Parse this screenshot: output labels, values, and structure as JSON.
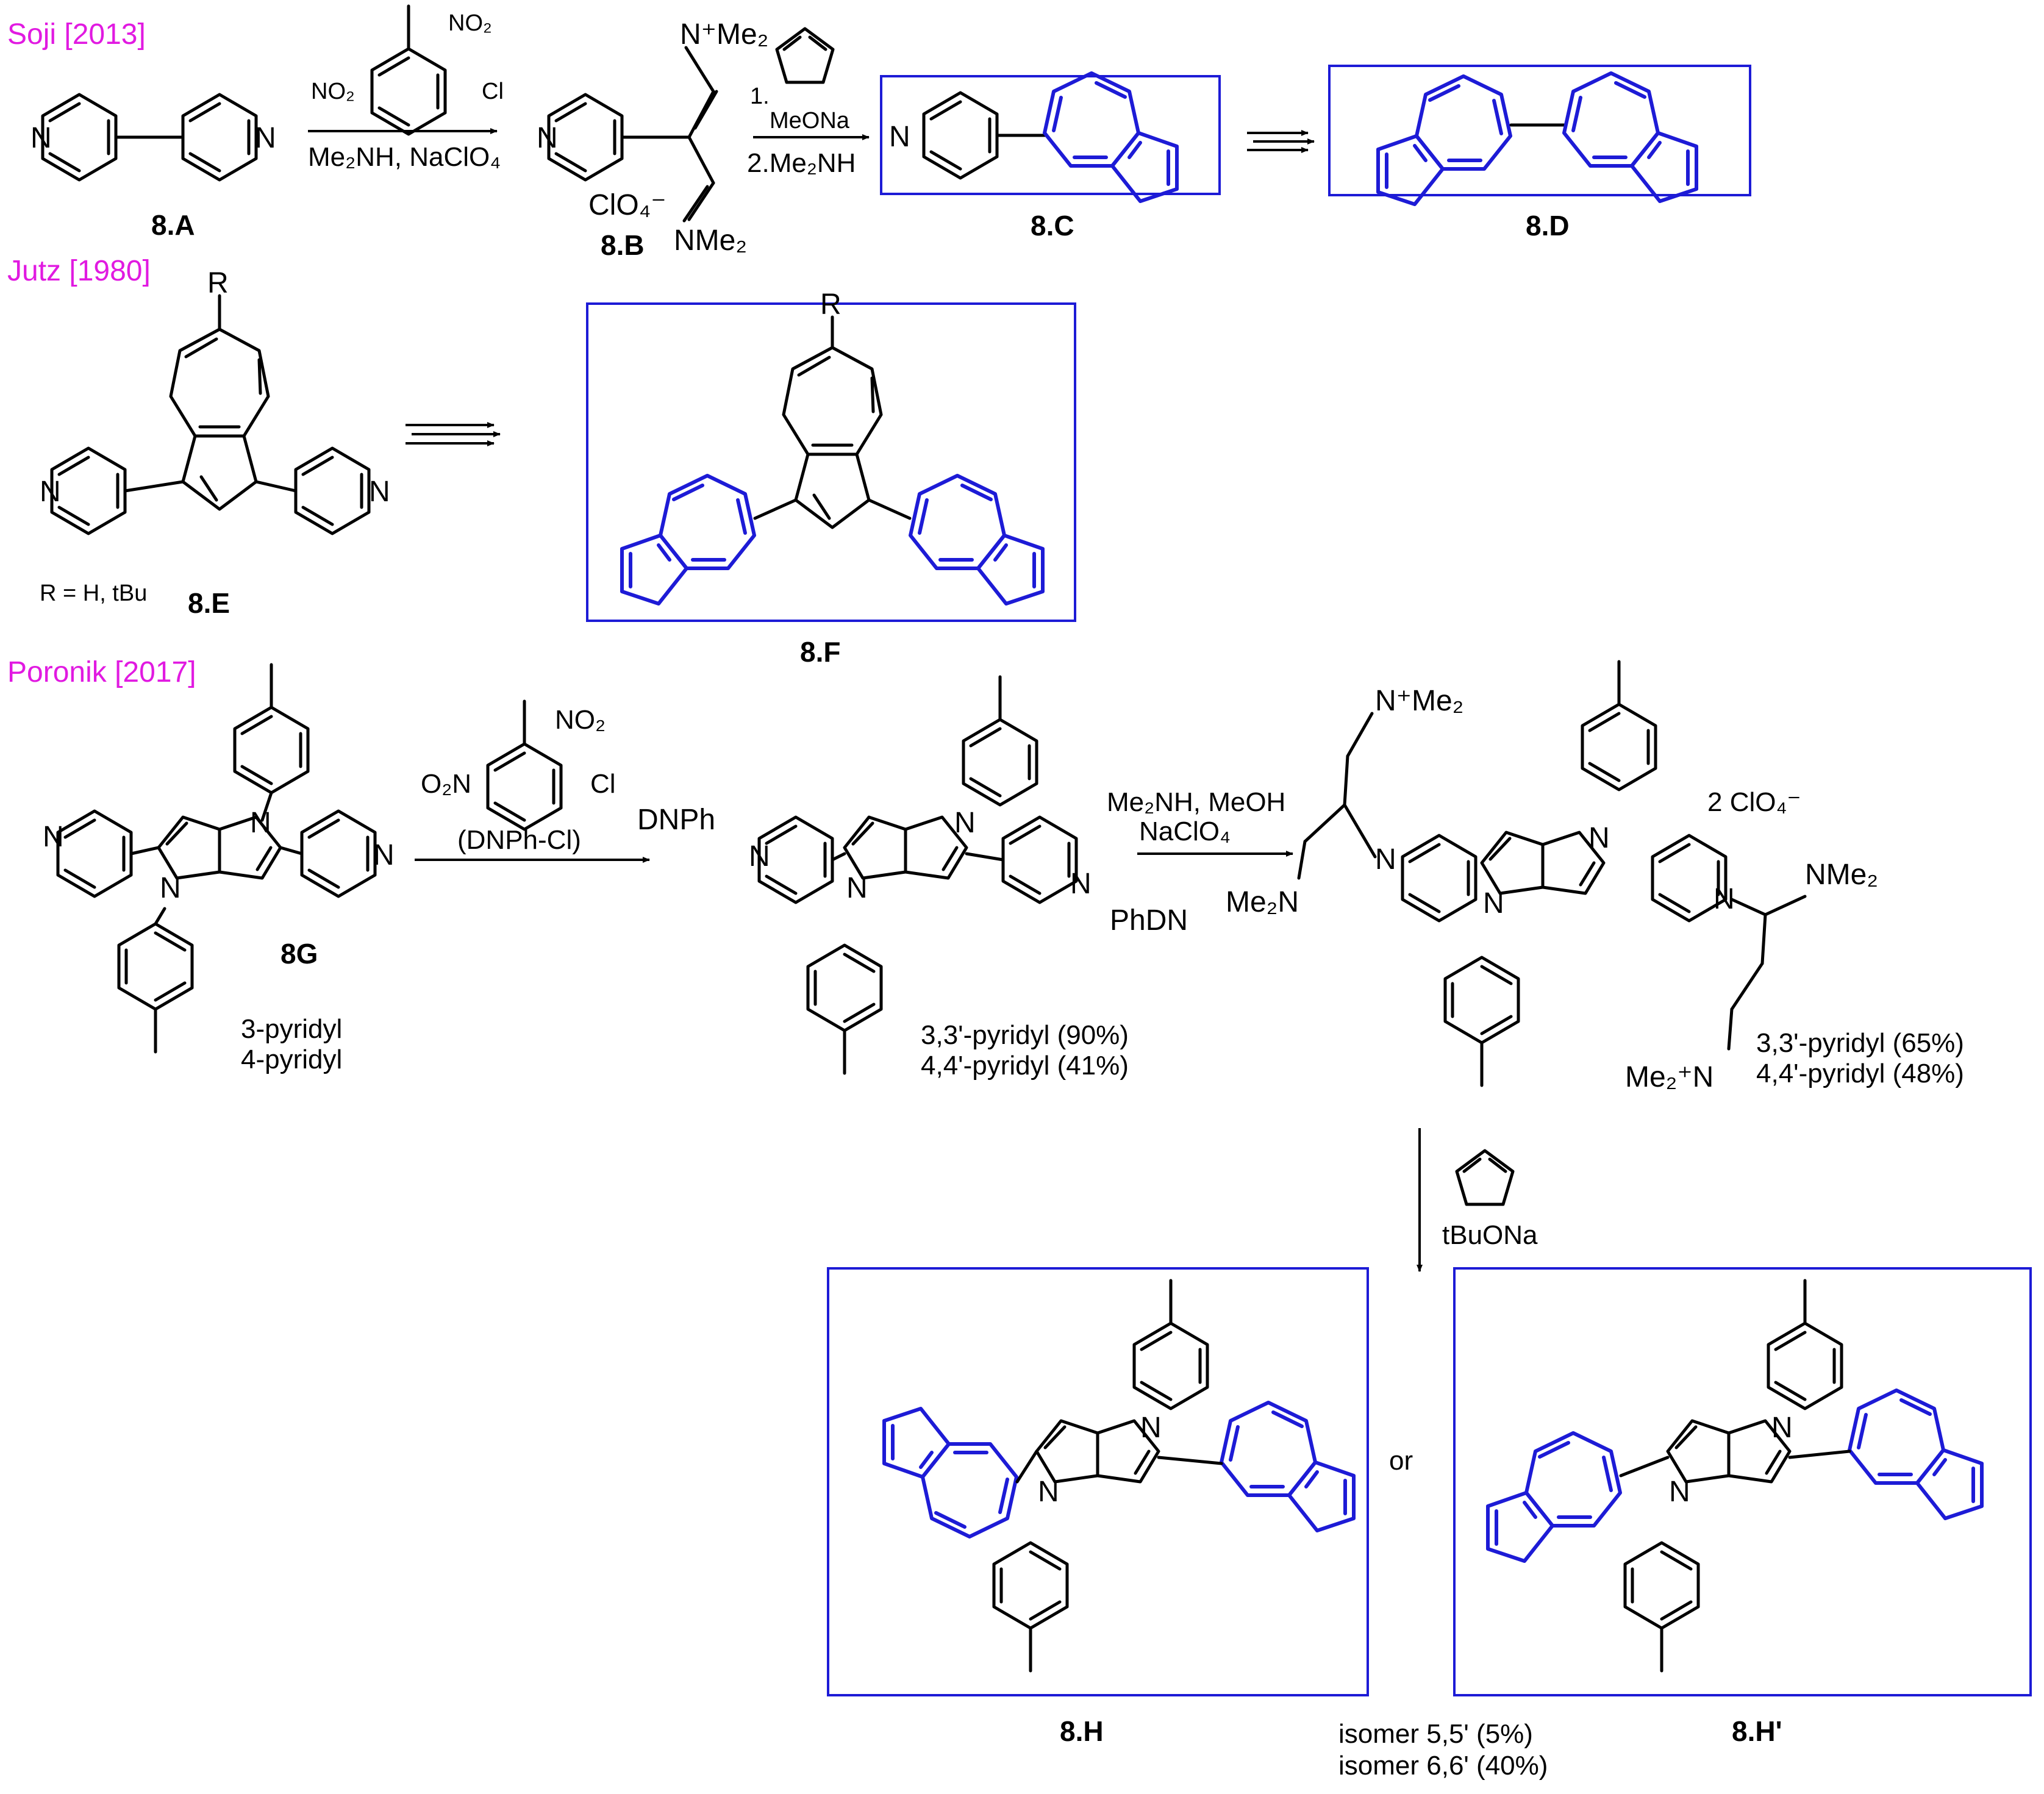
{
  "sections": [
    {
      "author": "Soji [2013]"
    },
    {
      "author": "Jutz [1980]"
    },
    {
      "author": "Poronik [2017]"
    }
  ],
  "compounds": {
    "a": "8.A",
    "b": "8.B",
    "c": "8.C",
    "d": "8.D",
    "e": "8.E",
    "f": "8.F",
    "g": "8G",
    "h": "8.H",
    "hp": "8.H'"
  },
  "reagents": {
    "step1_bottom": "Me₂NH, NaClO₄",
    "nitro1": "NO₂",
    "nitro2": "NO₂",
    "chloro": "Cl",
    "step2_top": "1.",
    "step2_mid": "MeONa",
    "step2_bottom": "2.Me₂NH",
    "dnph_nitro_left": "O₂N",
    "dnph_nitro_top": "NO₂",
    "dnph_cl": "Cl",
    "dnph_name": "(DNPh-Cl)",
    "step_mid_top": "Me₂NH, MeOH",
    "step_mid_bottom": "NaClO₄",
    "base": "tBuONa"
  },
  "atoms": {
    "n": "N",
    "iminium": "N⁺Me₂",
    "iminium2": "Me₂⁺N",
    "nme2": "NMe₂",
    "me2n": "Me₂N",
    "clo4": "ClO₄⁻",
    "clo4x2": "2 ClO₄⁻",
    "dnph_left": "DNPh",
    "dnph_right": "PhDN",
    "r": "R",
    "r_def": "R = H, tBu"
  },
  "notes": {
    "g_isomers": [
      "3-pyridyl",
      "4-pyridyl"
    ],
    "yields_mid": [
      "3,3'-pyridyl (90%)",
      "4,4'-pyridyl (41%)"
    ],
    "yields_right": [
      "3,3'-pyridyl (65%)",
      "4,4'-pyridyl (48%)"
    ],
    "or": "or",
    "isomers": [
      "isomer 5,5' (5%)",
      "isomer 6,6' (40%)"
    ]
  },
  "colors": {
    "author": "#e11ae1",
    "product": "#1d1bd6",
    "structure": "#000000"
  }
}
